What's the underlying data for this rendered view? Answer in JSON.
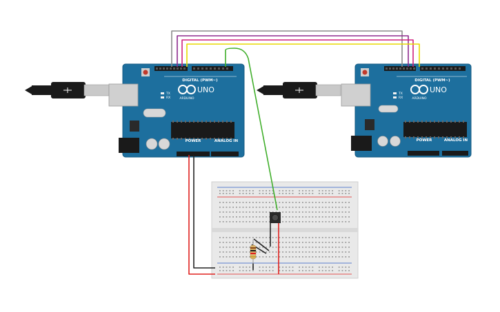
{
  "boards": [
    {
      "id": "left",
      "digital_label": "DIGITAL (PWM~)",
      "brand": "UNO",
      "maker": "ARDUINO",
      "power_label": "POWER",
      "analog_label": "ANALOG IN",
      "tx_label": "TX",
      "rx_label": "RX"
    },
    {
      "id": "right",
      "digital_label": "DIGITAL (PWM~)",
      "brand": "UNO",
      "maker": "ARDUINO",
      "power_label": "POWER",
      "analog_label": "ANALOG IN",
      "tx_label": "TX",
      "rx_label": "RX"
    }
  ],
  "colors": {
    "board": "#1d6f9e",
    "board_edge": "#145a82",
    "usb_metal": "#c9c9c9",
    "wire_gray": "#8a8a8a",
    "wire_purple": "#8e2a8e",
    "wire_pink": "#d0207d",
    "wire_yellow": "#e8d800",
    "wire_green": "#3fae2a",
    "wire_red": "#e0201e",
    "wire_black": "#222222",
    "breadboard": "#e9e9e9"
  }
}
